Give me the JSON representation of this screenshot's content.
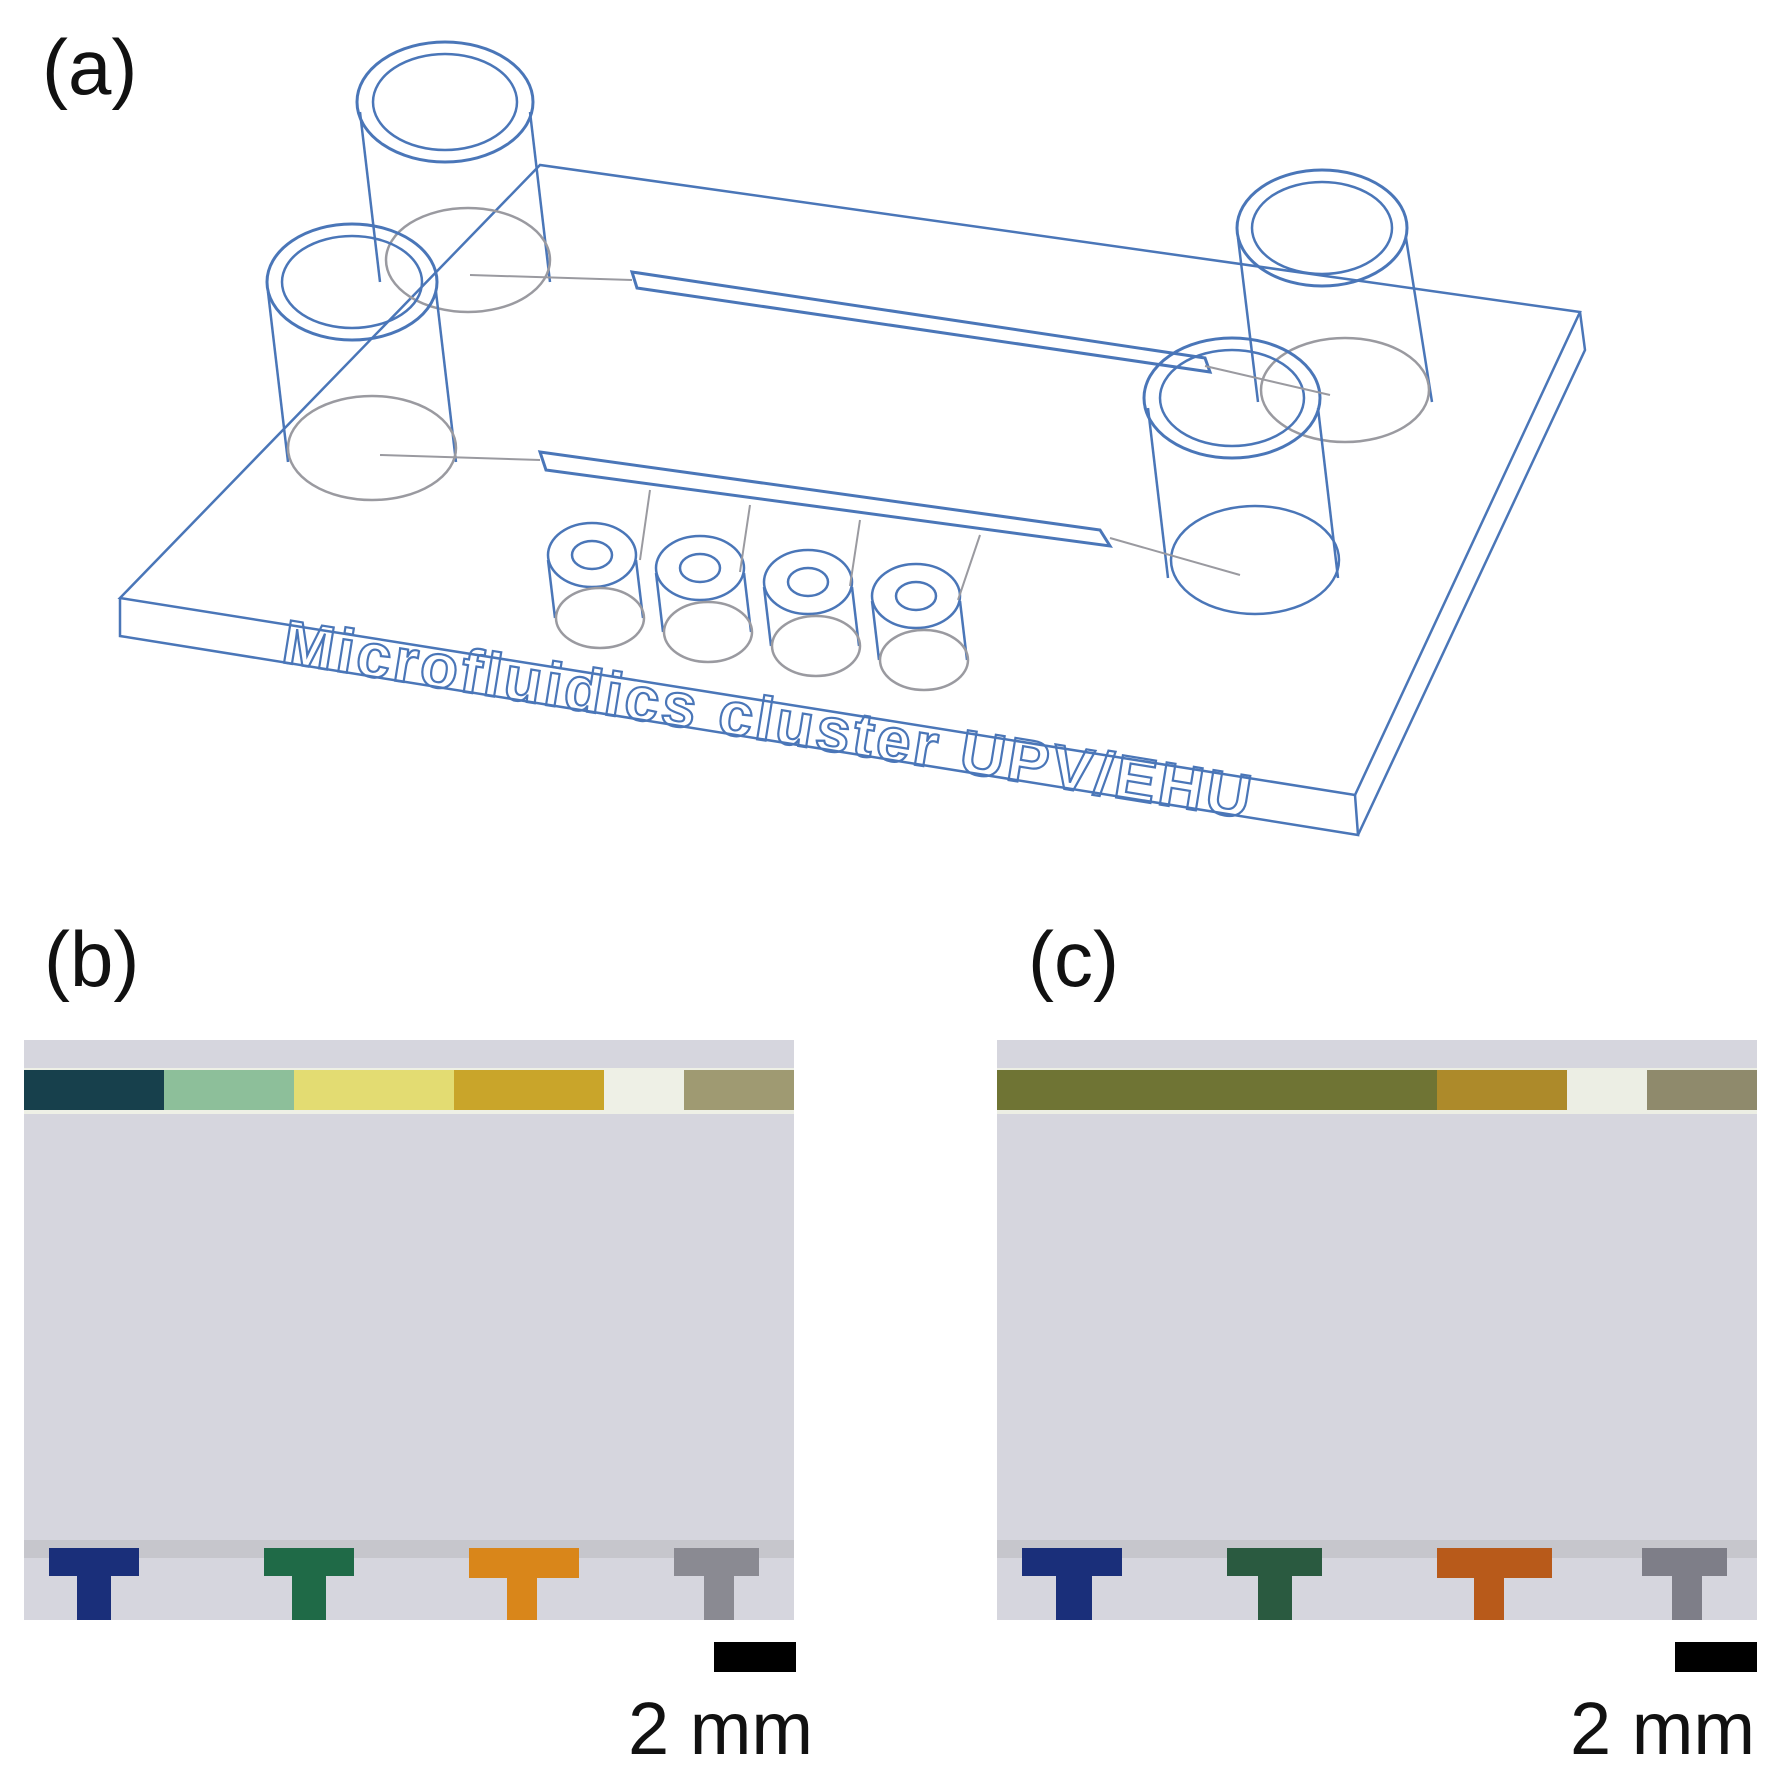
{
  "panels": {
    "a": {
      "label": "(a)",
      "engraving": "Microfluidics cluster UPV/EHU"
    },
    "b": {
      "label": "(b)",
      "scale_text": "2 mm"
    },
    "c": {
      "label": "(c)",
      "scale_text": "2 mm"
    }
  },
  "colors": {
    "line_blue": "#4a76b8",
    "line_gray": "#9a9aa0",
    "chip_background": "#d7d8e0",
    "dye_blue": "#1a2f7a",
    "dye_green": "#1f6a47",
    "dye_orange": "#d9861a",
    "dye_gray": "#8a8a92"
  }
}
